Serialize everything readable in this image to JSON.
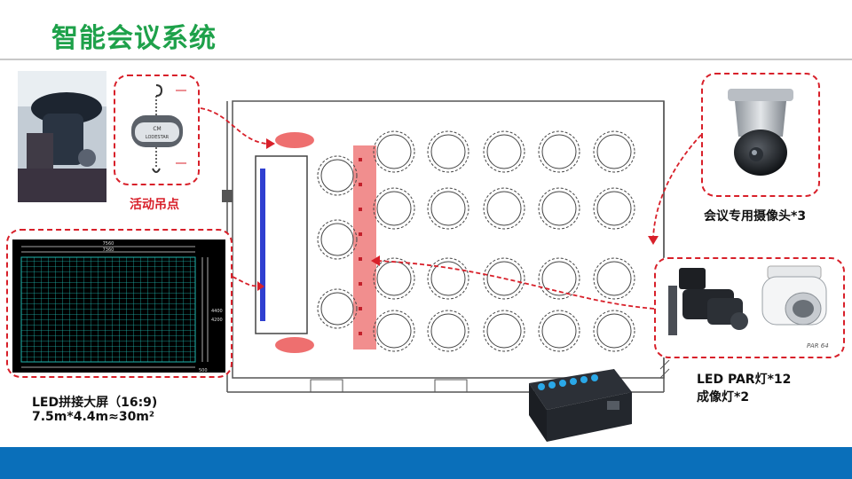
{
  "title": "智能会议系统",
  "callouts": {
    "hoist": {
      "label": "活动吊点",
      "brand": "CM LODESTAR"
    },
    "camera": {
      "label": "会议专用摄像头*3"
    },
    "led_screen": {
      "label_line1": "LED拼接大屏（16:9)",
      "label_line2": "7.5m*4.4m≈30m²",
      "dim_top_outer": "7560",
      "dim_top_inner": "7360",
      "dim_right_outer": "4400",
      "dim_right_inner": "4200",
      "dim_bottom": "500"
    },
    "lights": {
      "label_line1": "LED PAR灯*12",
      "label_line2": "成像灯*2",
      "lamp_tag": "PAR 64"
    }
  },
  "colors": {
    "title_green": "#1ea14a",
    "bar_blue": "#0a6fba",
    "callout_red": "#d8202a",
    "led_grid": "#1fb8b0",
    "stage_blue": "#2f3fd0"
  },
  "icons": [
    "hoist-icon",
    "ptz-camera-icon",
    "ellipsoidal-spotlight-icon",
    "par-can-icon",
    "dmx-dimmer-icon"
  ]
}
